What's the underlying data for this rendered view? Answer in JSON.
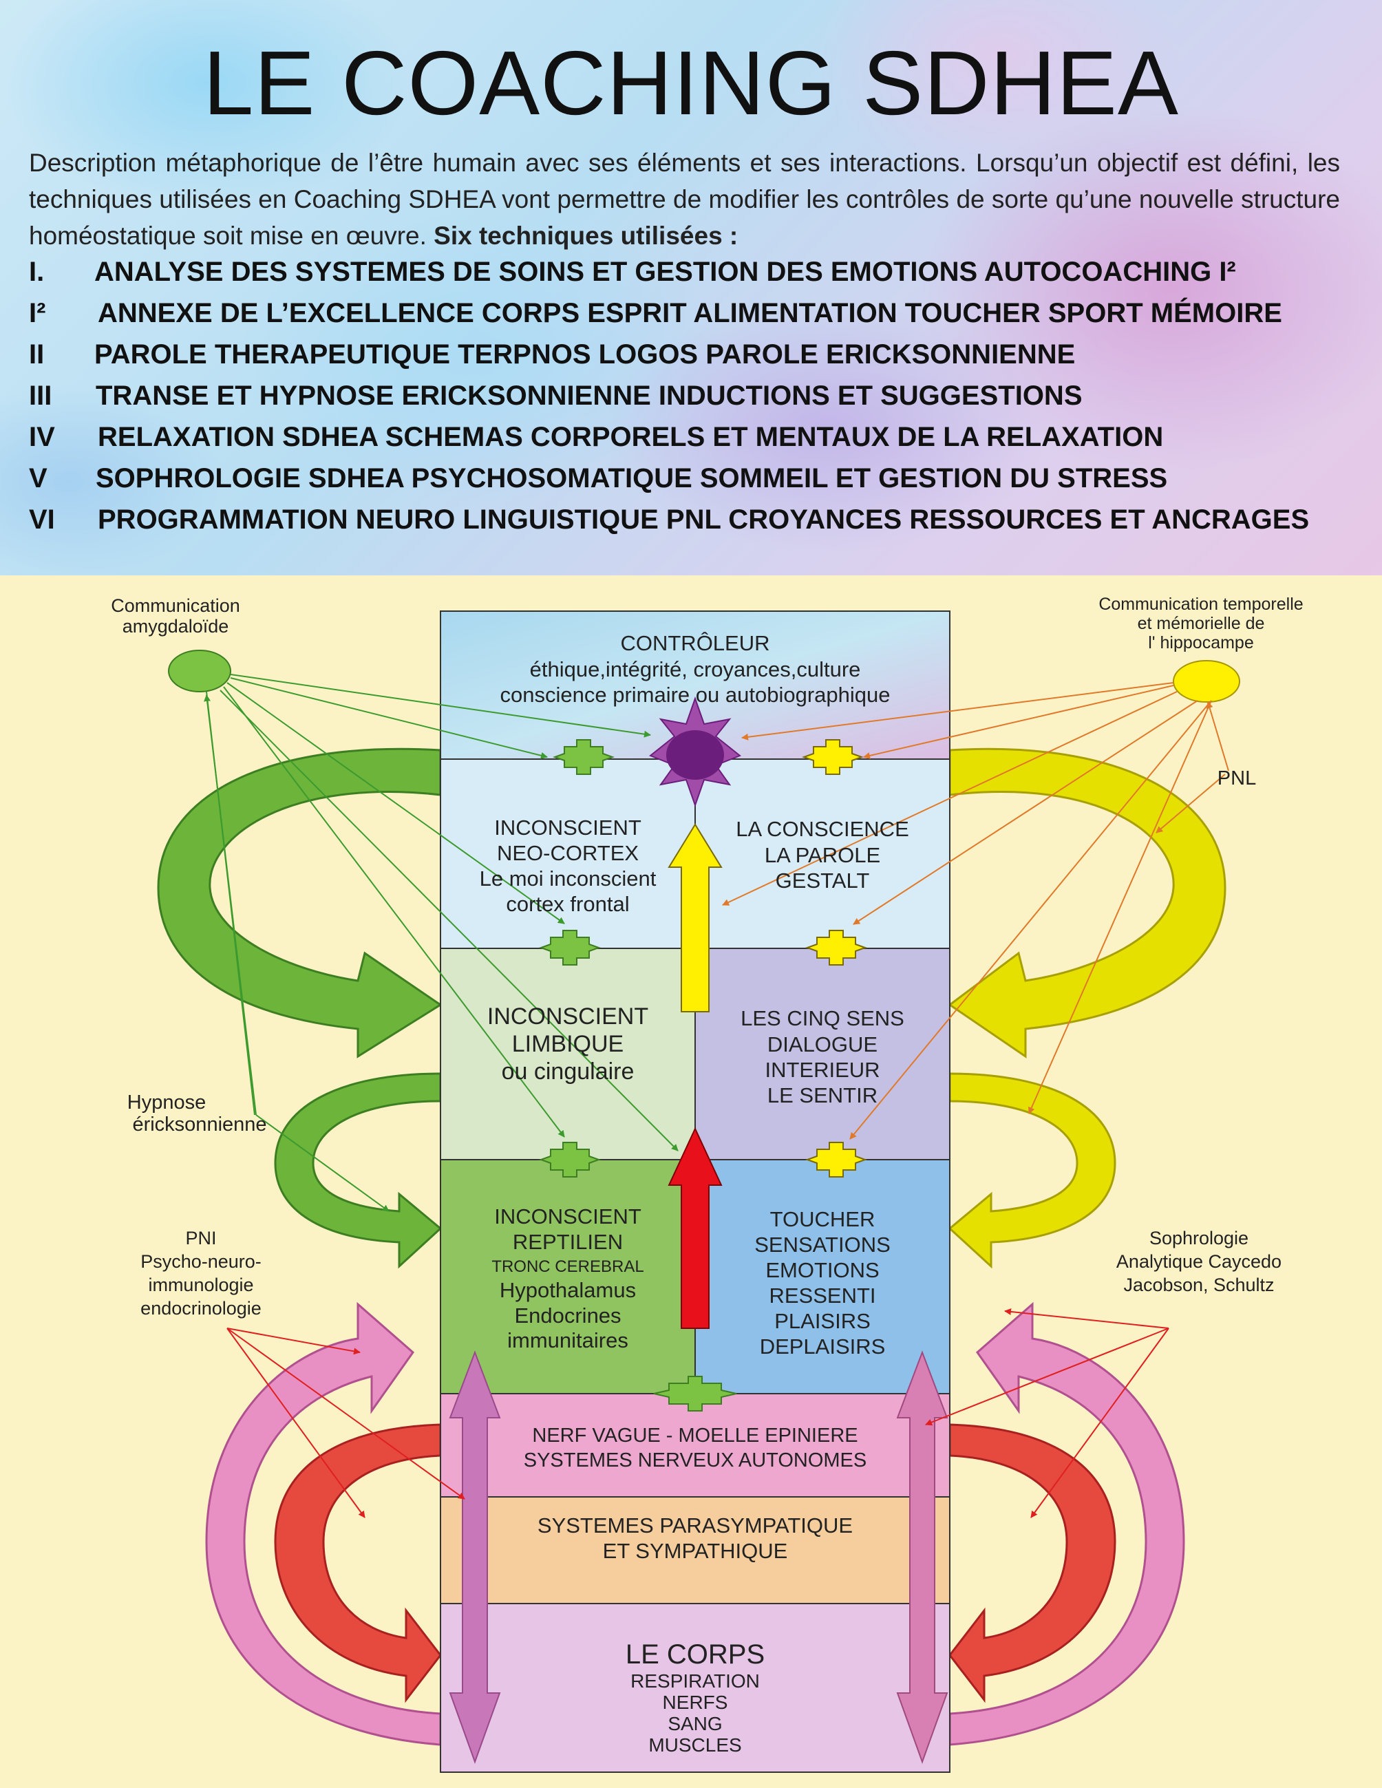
{
  "header": {
    "title": "LE COACHING SDHEA",
    "intro_text": "Description métaphorique de l’être humain avec ses éléments et ses interactions. Lorsqu’un objectif est défini, les techniques utilisées en Coaching SDHEA vont permettre de modifier les contrôles de sorte qu’une nouvelle structure homéostatique soit mise en œuvre.",
    "intro_bold": "Six techniques utilisées :",
    "techniques": [
      {
        "num": "I.",
        "label": "ANALYSE DES SYSTEMES DE SOINS  ET GESTION DES EMOTIONS  AUTOCOACHING  I²"
      },
      {
        "num": "I²",
        "label": "ANNEXE DE L’EXCELLENCE CORPS ESPRIT  ALIMENTATION  TOUCHER  SPORT  MÉMOIRE"
      },
      {
        "num": "II",
        "label": "PAROLE THERAPEUTIQUE  TERPNOS LOGOS  PAROLE ERICKSONNIENNE"
      },
      {
        "num": "III",
        "label": "TRANSE ET HYPNOSE ERICKSONNIENNE  INDUCTIONS  ET  SUGGESTIONS"
      },
      {
        "num": "IV",
        "label": "RELAXATION SDHEA  SCHEMAS CORPORELS ET MENTAUX DE LA RELAXATION"
      },
      {
        "num": "V",
        "label": "SOPHROLOGIE SDHEA  PSYCHOSOMATIQUE  SOMMEIL ET GESTION DU STRESS"
      },
      {
        "num": "VI",
        "label": "PROGRAMMATION NEURO LINGUISTIQUE PNL CROYANCES RESSOURCES ET ANCRAGES"
      }
    ]
  },
  "diagram": {
    "left_labels": {
      "amygdala": [
        "Communication",
        "amygdaloïde"
      ],
      "hypnose": [
        "Hypnose",
        "éricksonnienne"
      ],
      "pni": [
        "PNI",
        "Psycho-neuro-",
        "immunologie",
        "endocrinologie"
      ]
    },
    "right_labels": {
      "hippocampe": [
        "Communication temporelle",
        "et mémorielle de",
        "l' hippocampe"
      ],
      "pnl": "PNL",
      "sophrologie": [
        "Sophrologie",
        "Analytique Caycedo",
        "Jacobson, Schultz"
      ]
    },
    "boxes": {
      "controleur": [
        "CONTRÔLEUR",
        "éthique,intégrité, croyances,culture",
        "conscience primaire ou autobiographique"
      ],
      "neo_cortex": [
        "INCONSCIENT",
        "NEO-CORTEX",
        "Le moi inconscient",
        "cortex frontal"
      ],
      "conscience": [
        "LA CONSCIENCE",
        "LA PAROLE",
        "GESTALT"
      ],
      "limbique": [
        "INCONSCIENT",
        "LIMBIQUE",
        "ou cingulaire"
      ],
      "cinq_sens": [
        "LES CINQ SENS",
        "DIALOGUE",
        "INTERIEUR",
        "LE SENTIR"
      ],
      "reptilien": [
        "INCONSCIENT",
        "REPTILIEN",
        "TRONC CEREBRAL",
        "Hypothalamus",
        "Endocrines",
        "immunitaires"
      ],
      "toucher": [
        "TOUCHER",
        "SENSATIONS",
        "EMOTIONS",
        "RESSENTI",
        "PLAISIRS",
        "DEPLAISIRS"
      ],
      "nerf_vague": [
        "NERF VAGUE  -  MOELLE EPINIERE",
        "SYSTEMES NERVEUX  AUTONOMES"
      ],
      "parasympathique": [
        "SYSTEMES PARASYMPATIQUE",
        "ET SYMPATHIQUE"
      ],
      "corps": [
        "LE CORPS",
        "RESPIRATION",
        "NERFS",
        "SANG",
        "MUSCLES"
      ]
    }
  },
  "colors": {
    "green_node": "#7cc243",
    "yellow_node": "#ffef00",
    "sun": "#6b1e7c",
    "green_arrow": "#6cb43a",
    "yellow_arrow": "#e6e000",
    "red_arrow": "#e63a3a",
    "pink_arrow": "#e890c4",
    "orange_line": "#e07a2a"
  }
}
